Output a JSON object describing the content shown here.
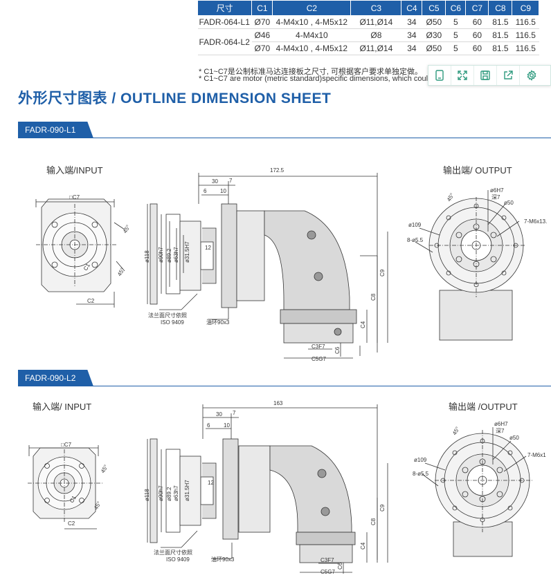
{
  "spec_table": {
    "headers": [
      "尺寸",
      "C1",
      "C2",
      "C3",
      "C4",
      "C5",
      "C6",
      "C7",
      "C8",
      "C9"
    ],
    "rows": [
      {
        "model": "FADR-064-L1",
        "cells": [
          "Ø70",
          "4-M4x10 , 4-M5x12",
          "Ø11,Ø14",
          "34",
          "Ø50",
          "5",
          "60",
          "81.5",
          "116.5"
        ]
      },
      {
        "model": "FADR-064-L2",
        "cells": [
          "Ø46",
          "4-M4x10",
          "Ø8",
          "34",
          "Ø30",
          "5",
          "60",
          "81.5",
          "116.5"
        ]
      },
      {
        "model": "",
        "cells": [
          "Ø70",
          "4-M4x10 , 4-M5x12",
          "Ø11,Ø14",
          "34",
          "Ø50",
          "5",
          "60",
          "81.5",
          "116.5"
        ]
      }
    ]
  },
  "notes": [
    "* C1~C7是公制标准马达连接板之尺寸, 可根据客户要求单独定做。",
    "* C1~C7 are motor (metric standard)specific dimensions, which coul"
  ],
  "toolbar": {
    "icons": [
      "tablet-icon",
      "expand-icon",
      "save-icon",
      "share-icon",
      "settings-icon"
    ]
  },
  "sheet_title": "外形尺寸图表 / OUTLINE DIMENSION SHEET",
  "sections": [
    {
      "model": "FADR-090-L1",
      "input_label": "输入端/INPUT",
      "output_label": "输出端/ OUTPUT",
      "dims": {
        "total": "172.5",
        "d30": "30",
        "d7": "7",
        "d6": "6",
        "d10": "10",
        "d12": "12",
        "dia118": "ø118",
        "dia90": "ø90h7",
        "dia89": "ø89.2",
        "dia63": "ø63h7",
        "dia31": "ø31.5H7",
        "c7": "□C7",
        "c1": "C1",
        "c2": "C2",
        "a45": "45°",
        "c3": "C3F7",
        "c5": "C5G7",
        "c4": "C4",
        "c6": "C6",
        "c8": "C8",
        "c9": "C9",
        "flange_note": "法兰面尺寸依照",
        "iso": "ISO 9409",
        "oil_ring": "油环90x3",
        "o_d6": "ø6H7",
        "o_depth": "深7",
        "o_d50": "ø50",
        "o_m6": "7-M6x13.",
        "o_d109": "ø109",
        "o_holes": "8-ø5.5",
        "o_45": "45°"
      }
    },
    {
      "model": "FADR-090-L2",
      "input_label": "输入端/ INPUT",
      "output_label": "输出端 /OUTPUT",
      "dims": {
        "total": "163",
        "d30": "30",
        "d7": "7",
        "d6": "6",
        "d10": "10",
        "d12": "12",
        "dia118": "ø118",
        "dia90": "ø90h7",
        "dia89": "ø89.2",
        "dia63": "ø63h7",
        "dia31": "ø31.5H7",
        "c7": "□C7",
        "c1": "C1",
        "c2": "C2",
        "a45": "45°",
        "c3": "C3F7",
        "c5": "C5G7",
        "c4": "C4",
        "c6": "C6",
        "c8": "C8",
        "c9": "C9",
        "flange_note": "法兰面尺寸依照",
        "iso": "ISO 9409",
        "oil_ring": "油环90x3",
        "o_d6": "ø6H7",
        "o_depth": "深7",
        "o_d50": "ø50",
        "o_m6": "7-M6x1",
        "o_d109": "ø109",
        "o_holes": "8-ø5.5",
        "o_45": "45°"
      }
    }
  ],
  "colors": {
    "brand": "#1f5fa8",
    "toolbar_icon": "#2e9a7e"
  }
}
